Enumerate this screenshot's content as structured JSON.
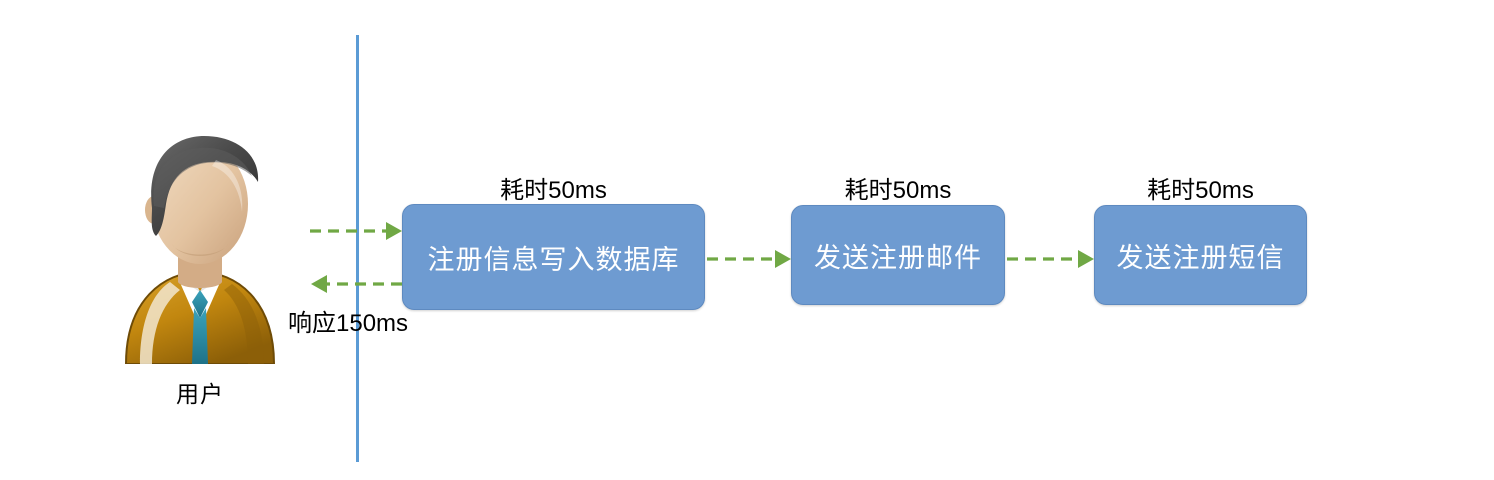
{
  "diagram": {
    "title": "user-registration-sync-flow",
    "background_color": "#ffffff"
  },
  "actor": {
    "label": "用户",
    "icon": "user-avatar-icon",
    "colors": {
      "hair": "#4A4A4A",
      "skin": "#E8C9A8",
      "jacket": "#C68A15",
      "shirt": "#FFFFFF",
      "tie": "#2A8FA8"
    }
  },
  "boundary": {
    "name": "system-boundary-line",
    "color": "#5B9BD5"
  },
  "steps": [
    {
      "id": "step-1",
      "label": "注册信息写入数据库",
      "cost_label": "耗时50ms",
      "cost_ms": 50
    },
    {
      "id": "step-2",
      "label": "发送注册邮件",
      "cost_label": "耗时50ms",
      "cost_ms": 50
    },
    {
      "id": "step-3",
      "label": "发送注册短信",
      "cost_label": "耗时50ms",
      "cost_ms": 50
    }
  ],
  "box_style": {
    "fill": "#6E9BD1",
    "border": "#5E8AC0",
    "text_color": "#FFFFFF"
  },
  "arrows": {
    "color": "#70A845",
    "style": "dashed",
    "request": {
      "name": "request-arrow",
      "direction": "right"
    },
    "response": {
      "name": "response-arrow",
      "direction": "left",
      "label": "响应150ms",
      "total_ms": 150
    },
    "between": {
      "name": "sequence-arrow",
      "direction": "right"
    }
  }
}
